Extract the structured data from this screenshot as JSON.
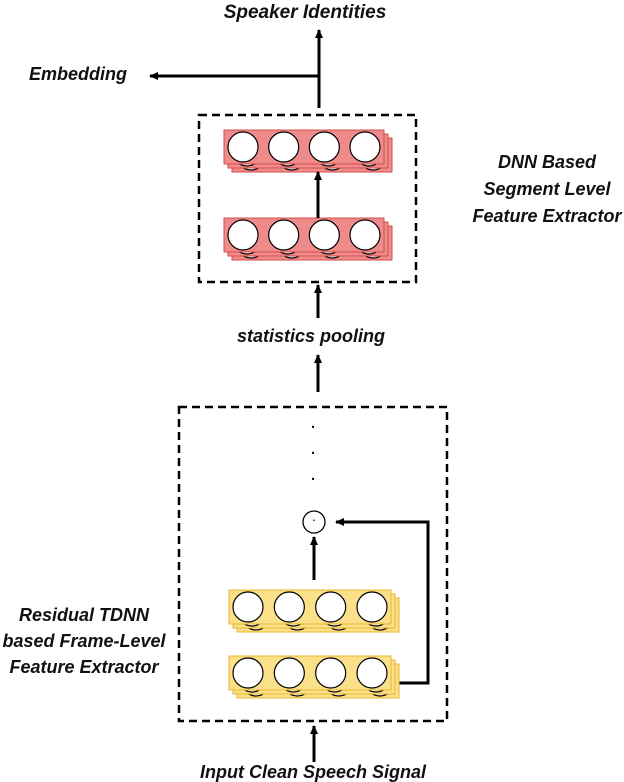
{
  "labels": {
    "output": "Speaker Identities",
    "embedding": "Embedding",
    "segment_extractor": [
      "DNN Based",
      "Segment Level",
      "Feature Extractor"
    ],
    "pooling": "statistics pooling",
    "frame_extractor": [
      "Residual TDNN",
      "based Frame-Level",
      "Feature Extractor"
    ],
    "input": "Input Clean Speech Signal",
    "continuation_dots": [
      ".",
      ".",
      "."
    ],
    "sum_node": "·"
  },
  "colors": {
    "segment_layer": "#f08b8b",
    "segment_layer_border": "#d44c4c",
    "frame_layer": "#fbe08a",
    "frame_layer_border": "#e8b62c",
    "node_fill": "#ffffff",
    "line": "#000000"
  },
  "blocks": {
    "segment_level": {
      "layers": 2,
      "nodes_per_layer": 4,
      "stacked_copies": 3
    },
    "frame_level": {
      "layers": 2,
      "nodes_per_layer": 4,
      "stacked_copies": 3,
      "residual_connection": true
    }
  }
}
